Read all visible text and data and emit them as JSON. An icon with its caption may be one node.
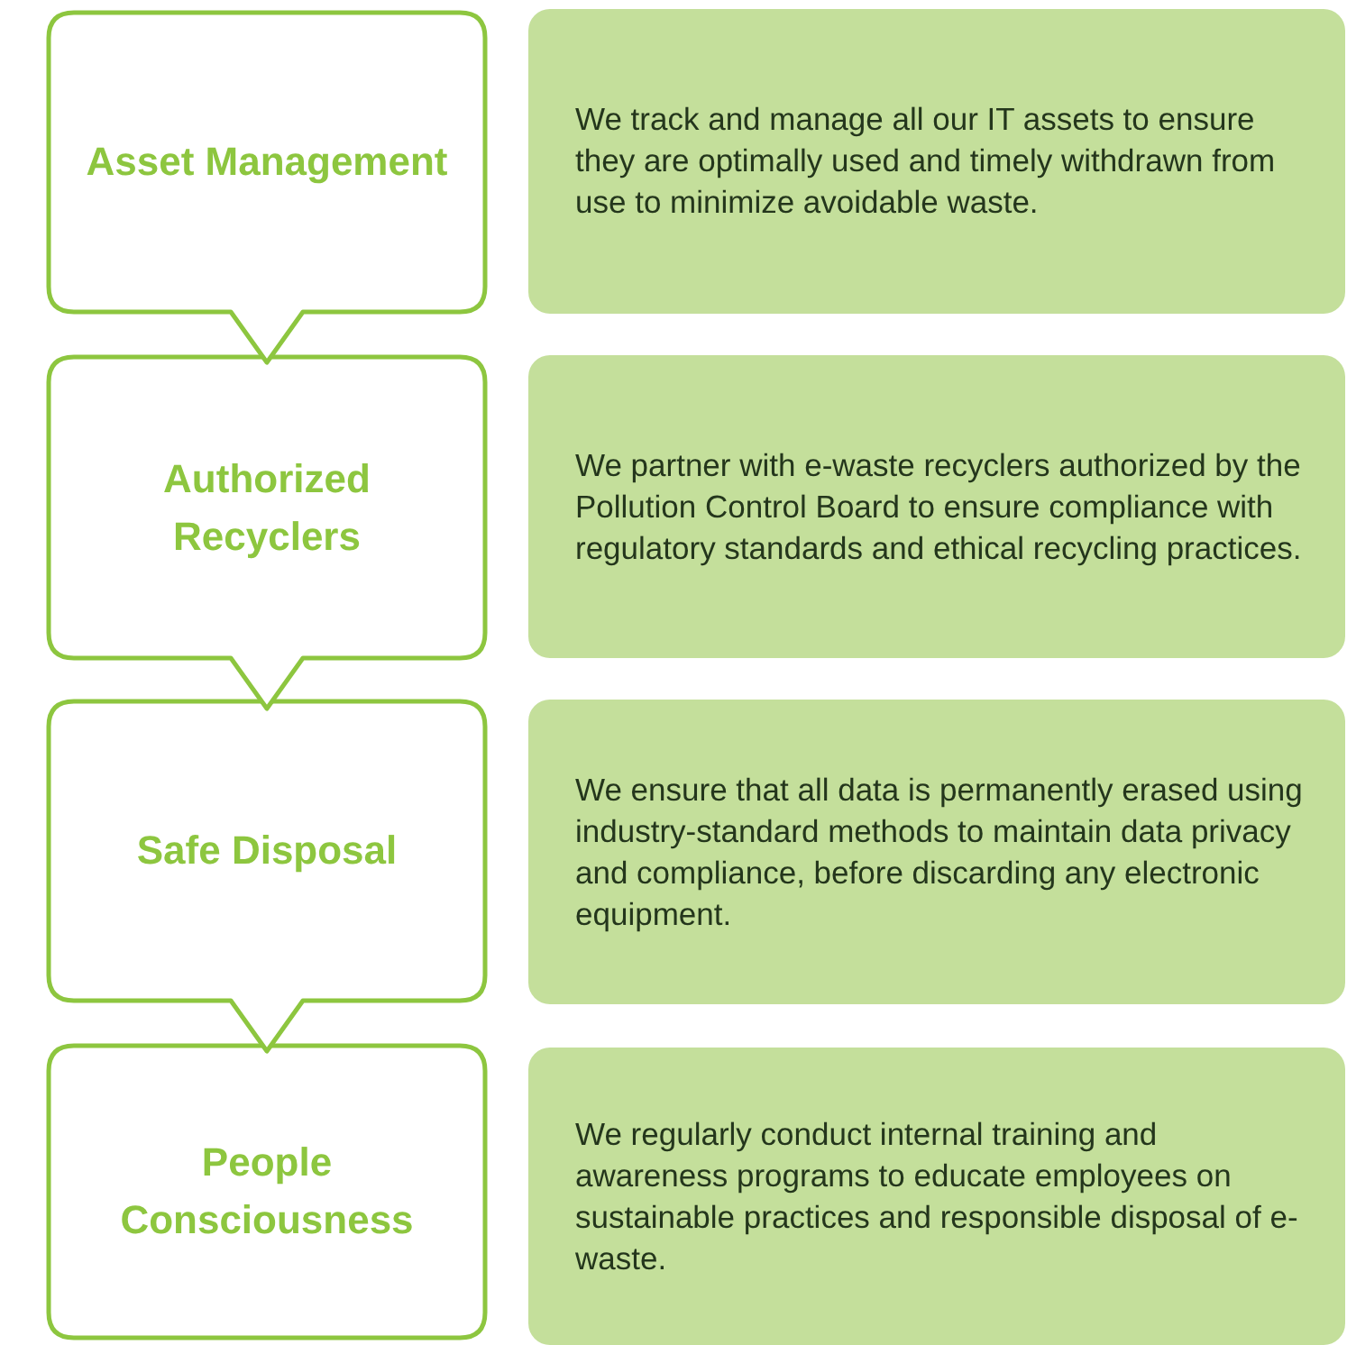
{
  "diagram": {
    "nodes": [
      {
        "text": [
          "Asset Management"
        ]
      },
      {
        "text": [
          "We track and manage all our IT assets to ensure they are optimally used and timely withdrawn from use to minimize avoidable waste."
        ]
      },
      {
        "text": [
          "Authorized Recyclers"
        ]
      },
      {
        "text": [
          "We partner with e-waste recyclers authorized by the Pollution Control Board to ensure compliance with regulatory standards and ethical recycling practices."
        ]
      },
      {
        "text": [
          "Safe Disposal"
        ]
      },
      {
        "text": [
          "We ensure that all data is permanently erased using industry-standard methods to maintain data privacy and compliance, before discarding any electronic equipment."
        ]
      },
      {
        "text": [
          "People Consciousness"
        ]
      },
      {
        "text": [
          "We regularly conduct internal training and awareness programs to educate employees on sustainable practices and responsible disposal of e-waste."
        ]
      }
    ]
  }
}
